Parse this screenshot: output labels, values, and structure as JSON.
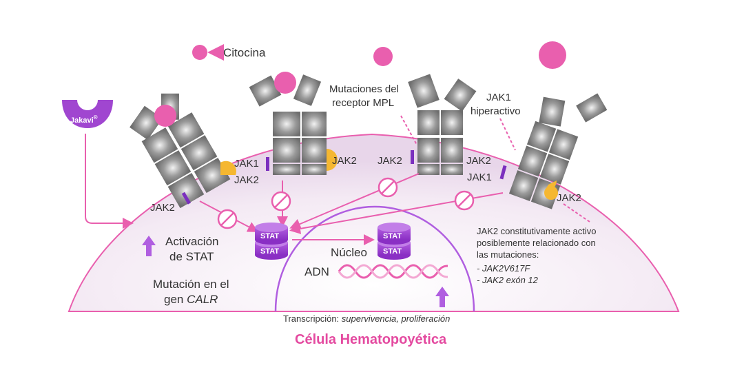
{
  "legend": {
    "cytokine_label": "Citocina"
  },
  "drug": {
    "name": "Jakavi",
    "mark": "®"
  },
  "labels": {
    "jak1": "JAK1",
    "jak2": "JAK2",
    "mpl_mutations_line1": "Mutaciones del",
    "mpl_mutations_line2": "receptor MPL",
    "jak1_hyper_line1": "JAK1",
    "jak1_hyper_line2": "hiperactivo",
    "stat": "STAT",
    "stat_activation_line1": "Activación",
    "stat_activation_line2": "de STAT",
    "calr_line1": "Mutación en el",
    "calr_line2_prefix": "gen ",
    "calr_line2_gene": "CALR",
    "nucleus": "Núcleo",
    "dna": "ADN",
    "transcription_prefix": "Transcripción: ",
    "transcription_italic": "supervivencia, proliferación",
    "jak2_note_line1": "JAK2 constitutivamente activo",
    "jak2_note_line2": "posiblemente relacionado con",
    "jak2_note_line3": "las mutaciones:",
    "jak2_mut_1": "- JAK2V617F",
    "jak2_mut_2": "- JAK2 exón 12",
    "cell_title": "Célula Hematopoyética"
  },
  "colors": {
    "pink": "#e95fae",
    "purple": "#a046d0",
    "jak1_bar": "#7b2fbe",
    "jak2_yellow": "#f5b731",
    "grey": "#8a8a8a",
    "membrane_fill": "#f3e8f2"
  }
}
